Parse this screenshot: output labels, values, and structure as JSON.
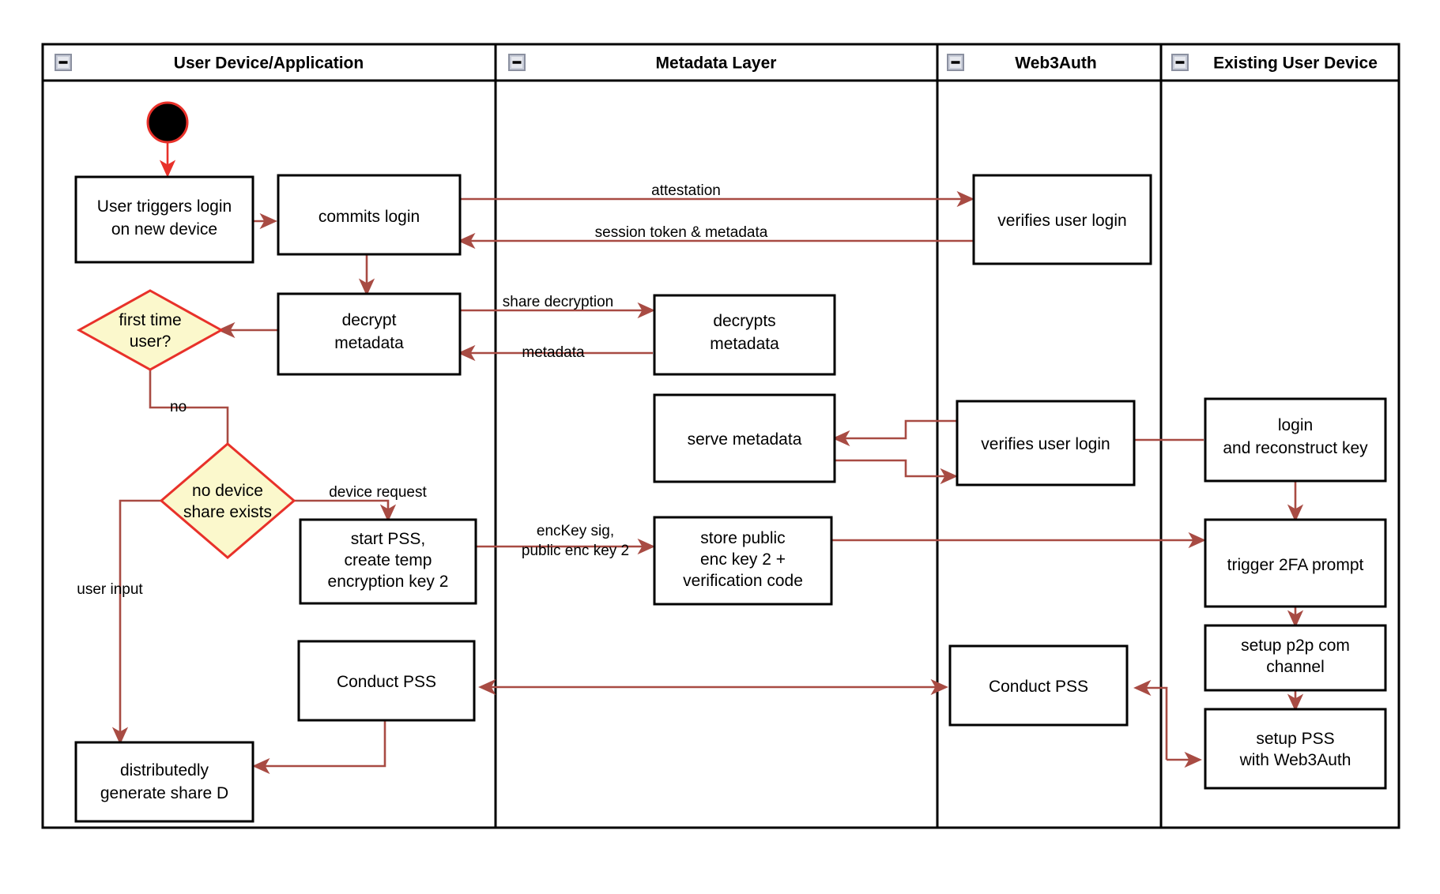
{
  "diagram": {
    "type": "swimlane-activity-diagram",
    "title": "Web3Auth new-device login and PSS key-share flow",
    "colors": {
      "edge": "#a84b43",
      "start_edge": "#e8312a",
      "decision_fill": "#fbf8cc",
      "decision_stroke": "#e8312a",
      "node_stroke": "#000000",
      "node_fill": "#ffffff",
      "lane_stroke": "#000000",
      "collapse_icon_fill": "#c8ccd8"
    },
    "lanes": [
      {
        "id": "lane-user-device",
        "title": "User Device/Application",
        "collapse_icon": "minus-icon"
      },
      {
        "id": "lane-metadata",
        "title": "Metadata Layer",
        "collapse_icon": "minus-icon"
      },
      {
        "id": "lane-web3auth",
        "title": "Web3Auth",
        "collapse_icon": "minus-icon"
      },
      {
        "id": "lane-existing-device",
        "title": "Existing User Device",
        "collapse_icon": "minus-icon"
      }
    ],
    "nodes": {
      "start": {
        "shape": "start-circle",
        "label": ""
      },
      "user_triggers_login": {
        "shape": "rect",
        "lines": [
          "User triggers login",
          "on new device"
        ]
      },
      "commits_login": {
        "shape": "rect",
        "lines": [
          "commits login"
        ]
      },
      "verifies_user_login_top": {
        "shape": "rect",
        "lines": [
          "verifies user login"
        ]
      },
      "decrypt_metadata": {
        "shape": "rect",
        "lines": [
          "decrypt",
          "metadata"
        ]
      },
      "decrypts_metadata": {
        "shape": "rect",
        "lines": [
          "decrypts",
          "metadata"
        ]
      },
      "first_time_user": {
        "shape": "diamond",
        "lines": [
          "first time",
          "user?"
        ]
      },
      "serve_metadata": {
        "shape": "rect",
        "lines": [
          "serve metadata"
        ]
      },
      "verifies_user_login_mid": {
        "shape": "rect",
        "lines": [
          "verifies user login"
        ]
      },
      "login_and_reconstruct_key": {
        "shape": "rect",
        "lines": [
          "login",
          "and reconstruct key"
        ]
      },
      "no_device_share_exists": {
        "shape": "diamond",
        "lines": [
          "no device",
          "share exists"
        ]
      },
      "start_pss_create_temp": {
        "shape": "rect",
        "lines": [
          "start PSS,",
          "create temp",
          "encryption key 2"
        ]
      },
      "store_public_enc_key": {
        "shape": "rect",
        "lines": [
          "store public",
          "enc key 2 +",
          "verification code"
        ]
      },
      "trigger_2fa_prompt": {
        "shape": "rect",
        "lines": [
          "trigger 2FA prompt"
        ]
      },
      "setup_p2p_com_channel": {
        "shape": "rect",
        "lines": [
          "setup p2p com",
          "channel"
        ]
      },
      "conduct_pss_user": {
        "shape": "rect",
        "lines": [
          "Conduct PSS"
        ]
      },
      "conduct_pss_web3auth": {
        "shape": "rect",
        "lines": [
          "Conduct PSS"
        ]
      },
      "setup_pss_with_web3auth": {
        "shape": "rect",
        "lines": [
          "setup PSS",
          "with Web3Auth"
        ]
      },
      "distributedly_generate_share_d": {
        "shape": "rect",
        "lines": [
          "distributedly",
          "generate share D"
        ]
      }
    },
    "edge_labels": {
      "attestation": "attestation",
      "session_token_metadata": "session token & metadata",
      "share_decryption": "share decryption",
      "metadata": "metadata",
      "no": "no",
      "device_request": "device request",
      "user_input": "user input",
      "enckey_sig_line1": "encKey sig,",
      "enckey_sig_line2": "public enc key 2"
    }
  }
}
